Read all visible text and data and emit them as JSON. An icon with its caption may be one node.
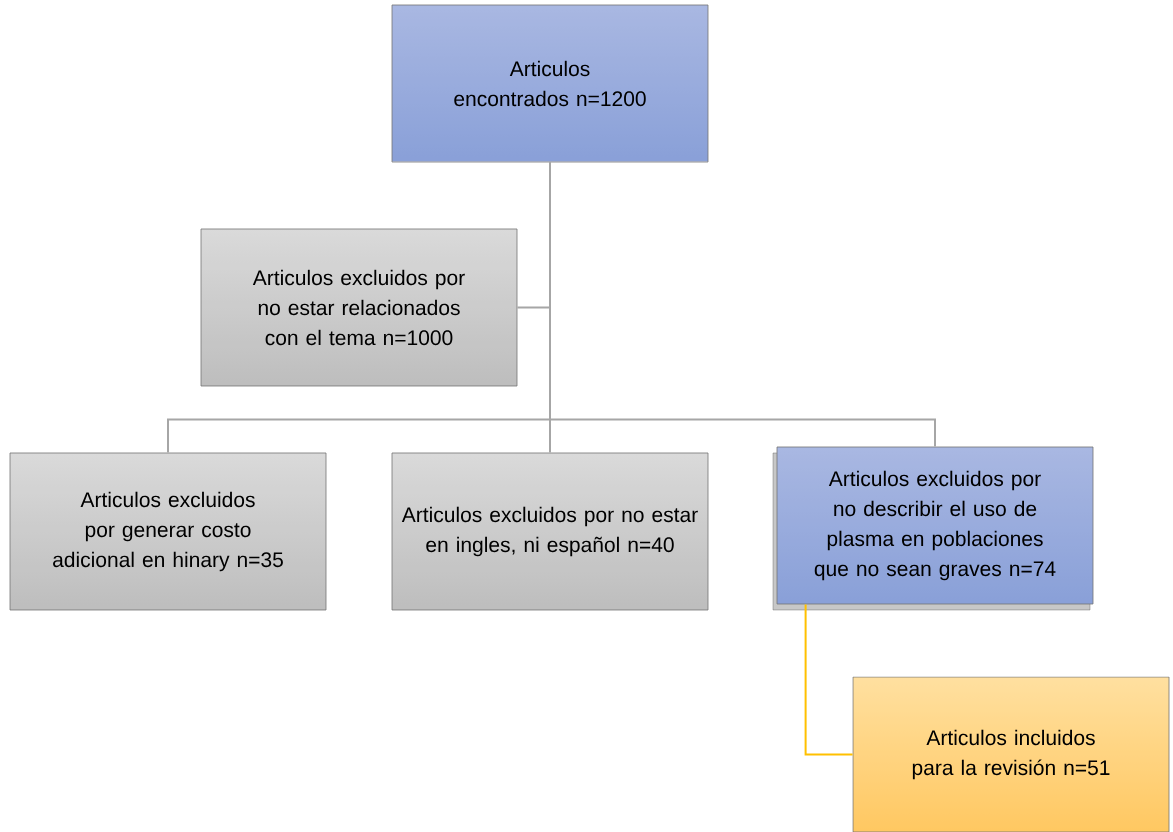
{
  "diagram": {
    "nodes": [
      {
        "text": [
          "Articulos encontrados n=1200"
        ]
      },
      {
        "text": [
          "Articulos excluidos por no estar relacionados con el tema n=1000"
        ]
      },
      {
        "text": [
          "Articulos excluidos por generar costo adicional en hinary n=35"
        ]
      },
      {
        "text": [
          "Articulos excluidos por no estar en ingles, ni español n=40"
        ]
      },
      {
        "text": [
          "Articulos excluidos por no describir el uso de plasma en poblaciones que no sean graves n=74"
        ]
      },
      {
        "text": [
          "Articulos incluidos para la revisión n=51"
        ]
      }
    ],
    "edges": [
      {
        "from": 0,
        "to": 1,
        "arrow": "none"
      },
      {
        "from": 0,
        "to": 2,
        "arrow": "none"
      },
      {
        "from": 0,
        "to": 3,
        "arrow": "none"
      },
      {
        "from": 0,
        "to": 4,
        "arrow": "none"
      },
      {
        "from": 4,
        "to": 5,
        "arrow": "none",
        "color": "#ffc000"
      }
    ]
  }
}
